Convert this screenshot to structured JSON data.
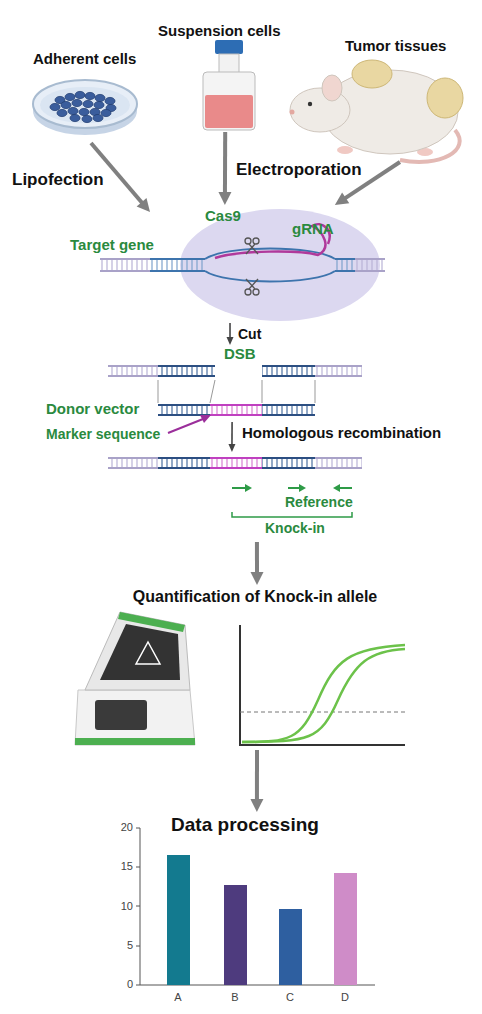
{
  "diagram": {
    "nodes": [
      {
        "text": [
          "Adherent cells"
        ]
      },
      {
        "text": [
          "Suspension cells"
        ]
      },
      {
        "text": [
          "Tumor tissues"
        ]
      },
      {
        "text": [
          "Cas9",
          "gRNA"
        ]
      },
      {
        "text": [
          "DSB"
        ]
      },
      {
        "text": [
          "Donor vector"
        ]
      },
      {
        "text": [
          "Reference",
          "Knock-in"
        ]
      },
      {
        "text": [
          "Quantification of Knock-in allele"
        ]
      },
      {
        "text": [
          "Data processing"
        ]
      }
    ],
    "edges": [
      {
        "from": 0,
        "to": 3,
        "arrow": "to",
        "label": "Lipofection"
      },
      {
        "from": 1,
        "to": 3,
        "arrow": "to",
        "label": "Electroporation"
      },
      {
        "from": 2,
        "to": 3,
        "arrow": "to"
      },
      {
        "from": 3,
        "to": 4,
        "arrow": "to",
        "label": "Cut"
      },
      {
        "from": 5,
        "to": 6,
        "arrow": "to",
        "label": "Homologous recombination"
      },
      {
        "from": 6,
        "to": 7,
        "arrow": "to"
      },
      {
        "from": 7,
        "to": 8,
        "arrow": "to"
      }
    ],
    "labels": [
      "Target gene",
      "Marker sequence",
      "20",
      "15",
      "10",
      "5",
      "0",
      "A",
      "B",
      "C",
      "D"
    ]
  }
}
